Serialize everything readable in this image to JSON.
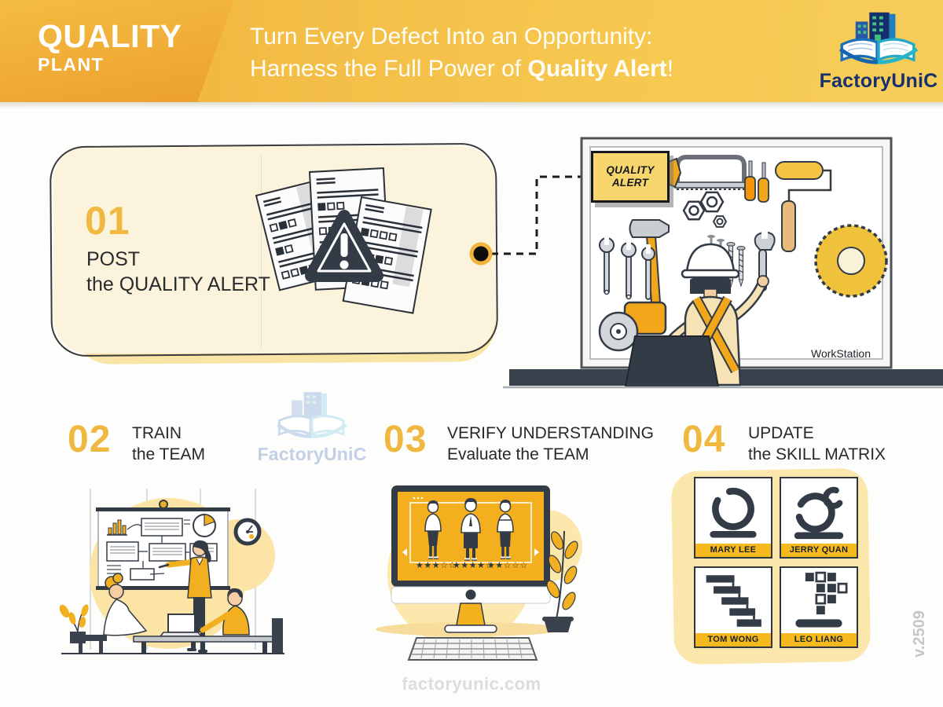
{
  "header": {
    "brand_line1": "QUALITY",
    "brand_line2": "PLANT",
    "title_line1": "Turn Every Defect Into an Opportunity:",
    "title_line2_prefix": "Harness the Full Power of ",
    "title_line2_bold": "Quality Alert",
    "title_line2_suffix": "!",
    "logo_text": "FactoryUniC"
  },
  "steps": [
    {
      "number": "01",
      "line1": "POST",
      "line2": "the QUALITY ALERT"
    },
    {
      "number": "02",
      "line1": "TRAIN",
      "line2": "the TEAM"
    },
    {
      "number": "03",
      "line1": "VERIFY UNDERSTANDING",
      "line2": "Evaluate the TEAM"
    },
    {
      "number": "04",
      "line1": "UPDATE",
      "line2": "the SKILL MATRIX"
    }
  ],
  "workstation": {
    "sign_line1": "QUALITY",
    "sign_line2": "ALERT",
    "label": "WorkStation"
  },
  "stars": [
    "★★★☆☆",
    "★★★★☆",
    "★★☆☆☆"
  ],
  "skill_matrix": {
    "members": [
      {
        "name": "MARY LEE",
        "icon": "loop-circle"
      },
      {
        "name": "JERRY QUAN",
        "icon": "loop-circle-hook"
      },
      {
        "name": "TOM WONG",
        "icon": "gantt-steps"
      },
      {
        "name": "LEO LIANG",
        "icon": "pixel-grid"
      }
    ]
  },
  "watermark_text": "FactoryUniC",
  "footer": {
    "website": "factoryunic.com",
    "version": "v.2509"
  },
  "colors": {
    "gold": "#EFB840",
    "header_start": "#EFAB35",
    "header_end": "#F7CD5A",
    "cream_card": "#FBF3DC",
    "card_shadow": "#F8E4A4",
    "charcoal": "#333B46",
    "screen_yellow": "#F3AF1E",
    "sign_yellow": "#F8D66E",
    "name_bar_yellow": "#F6BA1E",
    "logo_navy": "#16316B",
    "watermark_blue": "#BCCBE5"
  }
}
